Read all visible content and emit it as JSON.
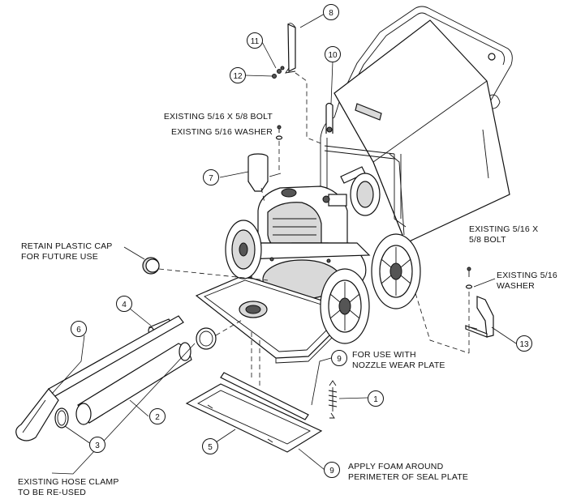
{
  "callouts": {
    "c1": "1",
    "c2": "2",
    "c3": "3",
    "c4": "4",
    "c5": "5",
    "c6": "6",
    "c7": "7",
    "c8": "8",
    "c9a": "9",
    "c9b": "9",
    "c10": "10",
    "c11": "11",
    "c12": "12",
    "c13": "13"
  },
  "notes": {
    "bolt_top": "EXISTING 5/16 X 5/8 BOLT",
    "washer_top": "EXISTING 5/16 WASHER",
    "cap_line1": "RETAIN PLASTIC CAP",
    "cap_line2": "FOR FUTURE USE",
    "bolt_right_line1": "EXISTING 5/16 X",
    "bolt_right_line2": "5/8 BOLT",
    "washer_right_line1": "EXISTING 5/16",
    "washer_right_line2": "WASHER",
    "nozzle_line1": "FOR USE WITH",
    "nozzle_line2": "NOZZLE WEAR PLATE",
    "foam_line1": "APPLY FOAM AROUND",
    "foam_line2": "PERIMETER OF SEAL PLATE",
    "clamp_line1": "EXISTING HOSE CLAMP",
    "clamp_line2": "TO BE RE-USED"
  }
}
